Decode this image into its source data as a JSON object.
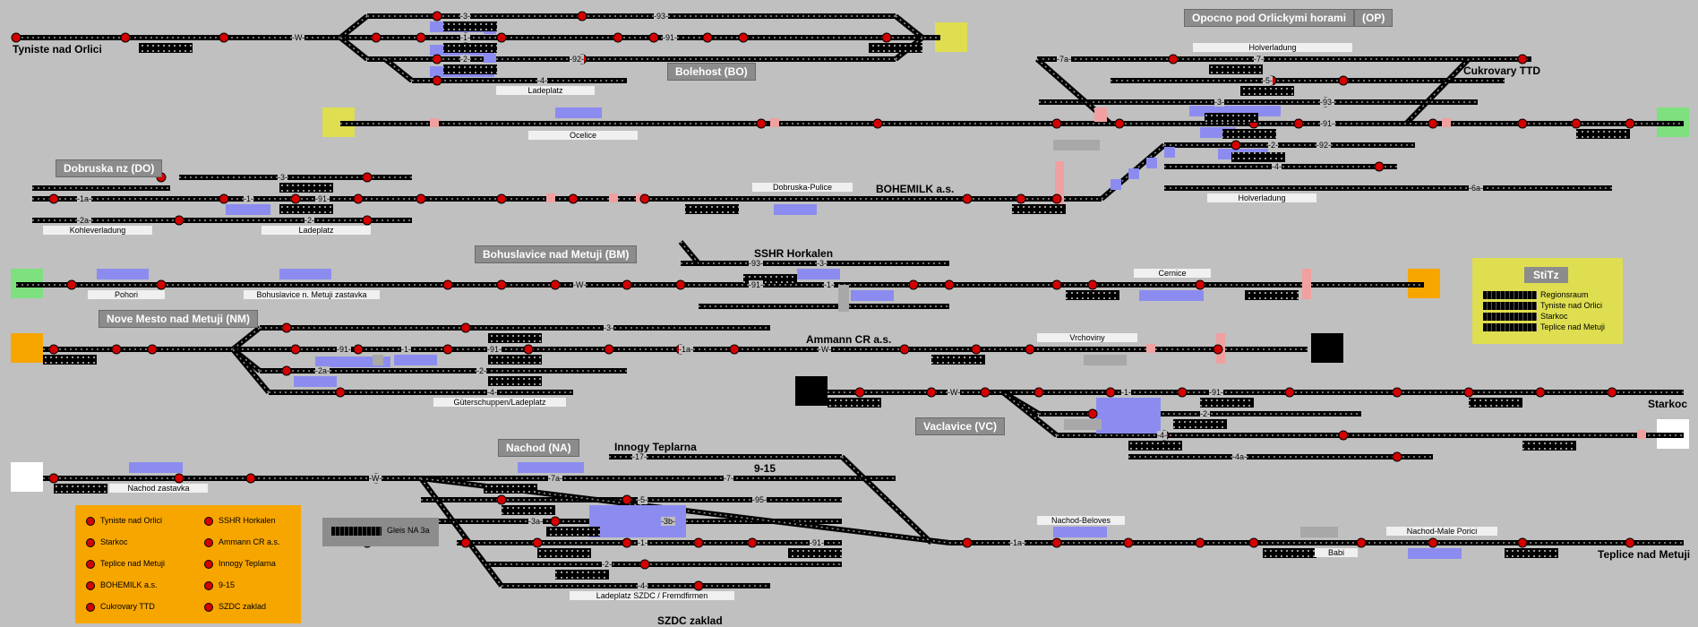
{
  "endpoints": {
    "tyniste": "Tyniste nad Orlici",
    "cukrovary": "Cukrovary TTD",
    "starkoc": "Starkoc",
    "teplice": "Teplice nad Metuji",
    "bohemilk": "BOHEMILK a.s.",
    "ssh_horkalen": "SSHR Horkalen",
    "ammann": "Ammann CR a.s.",
    "innogy": "Innogy Teplarna",
    "nine15": "9-15",
    "szdc": "SZDC zaklad"
  },
  "stations": {
    "opocno": "Opocno pod Orlickymi horami",
    "opocno_code": "(OP)",
    "bolehost": "Bolehost (BO)",
    "dobruska": "Dobruska nz (DO)",
    "bohuslavice": "Bohuslavice nad Metuji (BM)",
    "nove_mesto": "Nove Mesto nad Metuji (NM)",
    "nachod": "Nachod (NA)",
    "vaclavice": "Vaclavice (VC)"
  },
  "labels": {
    "holverladung1": "Holverladung",
    "holverladung2": "Holverladung",
    "ladeplatz1": "Ladeplatz",
    "ladeplatz2": "Ladeplatz",
    "kohleverladung": "Kohleverladung",
    "ocelice": "Ocelice",
    "dobruska_pulice": "Dobruska-Pulice",
    "pohori": "Pohori",
    "bohuslavice_zastavka": "Bohuslavice n. Metuji zastavka",
    "cernice": "Cernice",
    "vrchoviny": "Vrchoviny",
    "gutterschuppen": "Güterschuppen/Ladeplatz",
    "nachod_zastavka": "Nachod zastavka",
    "ladeplatz_szdc": "Ladeplatz SZDC / Fremdfirmen",
    "nachod_beloves": "Nachod-Beloves",
    "babi": "Babi",
    "nachod_male": "Nachod-Male Porici",
    "gleis_na3a": "Gleis NA 3a"
  },
  "legend": {
    "items": [
      "Tyniste nad Orlici",
      "SSHR Horkalen",
      "Starkoc",
      "Ammann CR a.s.",
      "Teplice nad Metuji",
      "Innogy Teplarna",
      "BOHEMILK a.s.",
      "9-15",
      "Cukrovary TTD",
      "SZDC zaklad"
    ]
  },
  "stitz": {
    "title": "StiTz",
    "rows": [
      "Regionsraum",
      "Tyniste nad Orlici",
      "Starkoc",
      "Teplice nad Metuji"
    ]
  },
  "track_labels": {
    "row1": [
      "-W-",
      "-3-",
      "-1-",
      "-2-",
      "-4-",
      "-93-",
      "-91-",
      "-92-"
    ],
    "op": [
      "-7a-",
      "-7-",
      "-5-",
      "-3-",
      "-1-",
      "-2-",
      "-4-",
      "-6a-",
      "-93-",
      "-91-",
      "-92-"
    ],
    "do": [
      "-1a-",
      "-2a-",
      "-3-",
      "-1-",
      "-91-",
      "-2-"
    ],
    "bm": [
      "-W-",
      "-3-",
      "-1-",
      "-93-",
      "-91-"
    ],
    "nm": [
      "-3-",
      "-91-",
      "-1-",
      "-2a-",
      "-2-",
      "-4-",
      "-91-",
      "-1a-",
      "-W-"
    ],
    "vc": [
      "-W-",
      "-1-",
      "-91-",
      "-2-",
      "-4-",
      "-4a-"
    ],
    "na": [
      "-W-",
      "-7a-",
      "-7-",
      "-5-",
      "-3a-",
      "-3b-",
      "-1-",
      "-2-",
      "-4-",
      "-17-",
      "-95-",
      "-91-",
      "-1a-"
    ]
  },
  "colors": {
    "background": "#c0c0c0",
    "track": "#000000",
    "signal_red": "#d40000",
    "signal_green": "#0a8a0a",
    "occupied_blue": "#8c8cf0",
    "pink": "#f0a0a0",
    "legend_orange": "#f7a600",
    "stitz_yellow": "#dede50",
    "endpoint_green": "#7ee07e",
    "endpoint_yellow": "#dede50",
    "station_box": "#8c8c8c"
  }
}
